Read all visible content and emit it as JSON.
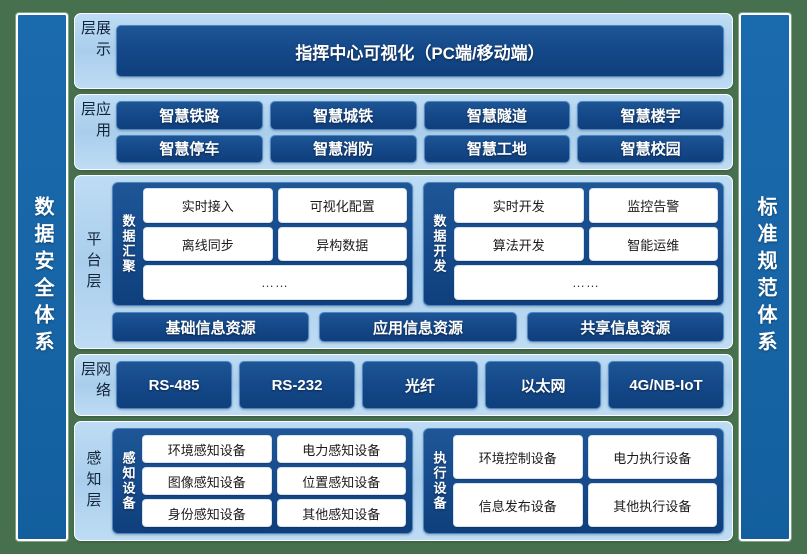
{
  "left_pillar": {
    "label": "数据安全体系"
  },
  "right_pillar": {
    "label": "标准规范体系"
  },
  "layers": {
    "display": {
      "label": "展示层",
      "banner": "指挥中心可视化（PC端/移动端）"
    },
    "application": {
      "label": "应用层",
      "row1": [
        "智慧铁路",
        "智慧城铁",
        "智慧隧道",
        "智慧楼宇"
      ],
      "row2": [
        "智慧停车",
        "智慧消防",
        "智慧工地",
        "智慧校园"
      ]
    },
    "platform": {
      "label": "平台层",
      "groups": [
        {
          "title": "数据汇聚",
          "row1": [
            "实时接入",
            "可视化配置"
          ],
          "row2": [
            "离线同步",
            "异构数据"
          ],
          "row3": "……"
        },
        {
          "title": "数据开发",
          "row1": [
            "实时开发",
            "监控告警"
          ],
          "row2": [
            "算法开发",
            "智能运维"
          ],
          "row3": "……"
        }
      ],
      "resources": [
        "基础信息资源",
        "应用信息资源",
        "共享信息资源"
      ]
    },
    "network": {
      "label": "网络层",
      "items": [
        "RS-485",
        "RS-232",
        "光纤",
        "以太网",
        "4G/NB-IoT"
      ]
    },
    "perception": {
      "label": "感知层",
      "groups": [
        {
          "title": "感知设备",
          "row1": [
            "环境感知设备",
            "电力感知设备"
          ],
          "row2": [
            "图像感知设备",
            "位置感知设备"
          ],
          "row3": [
            "身份感知设备",
            "其他感知设备"
          ]
        },
        {
          "title": "执行设备",
          "row1": [
            "环境控制设备",
            "电力执行设备"
          ],
          "row2": [
            "信息发布设备",
            "其他执行设备"
          ]
        }
      ]
    }
  },
  "colors": {
    "background_green": "#46704E",
    "pillar_blue": "#1765A6",
    "layer_light_blue": "#A9CEEC",
    "chip_navy": "#15498A",
    "chip_white": "#FFFFFF"
  }
}
